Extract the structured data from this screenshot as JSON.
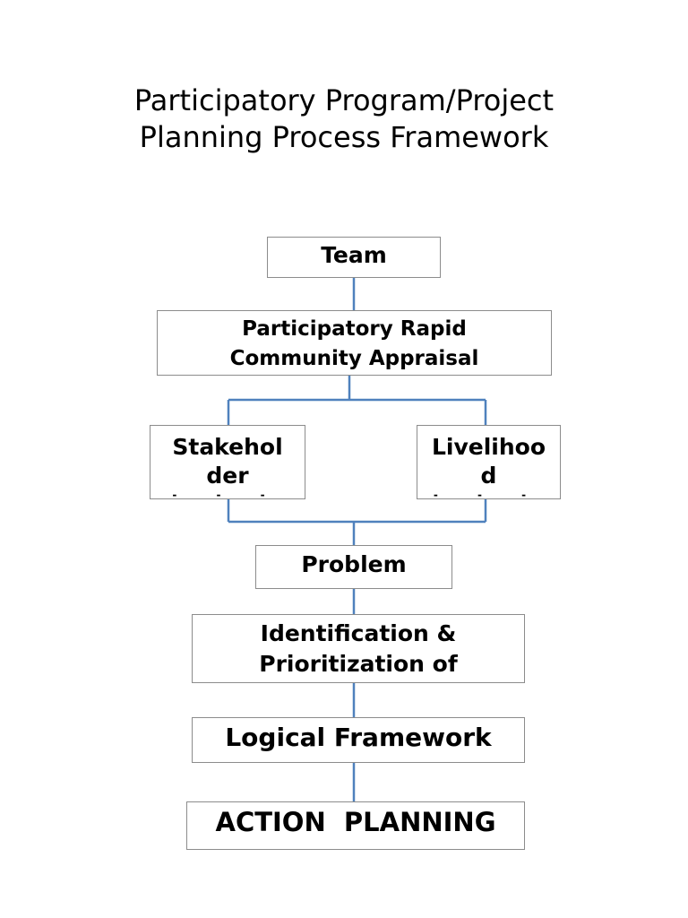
{
  "title": {
    "line1": "Participatory Program/Project",
    "line2": "Planning Process Framework"
  },
  "colors": {
    "connector": "#4f81bd",
    "box_border": "#8c8c8c"
  },
  "boxes": {
    "team": "Team",
    "prca": {
      "line1": "Participatory Rapid",
      "line2": "Community Appraisal"
    },
    "stakeholder": {
      "line1": "Stakehol",
      "line2": "der",
      "clipped": "- - -"
    },
    "livelihood": {
      "line1": "Livelihoo",
      "line2": "d",
      "clipped": "- - -"
    },
    "problem": "Problem",
    "identification": {
      "line1": "Identification &",
      "line2": "Prioritization of"
    },
    "logical": "Logical Framework",
    "action": "ACTION  PLANNING"
  }
}
